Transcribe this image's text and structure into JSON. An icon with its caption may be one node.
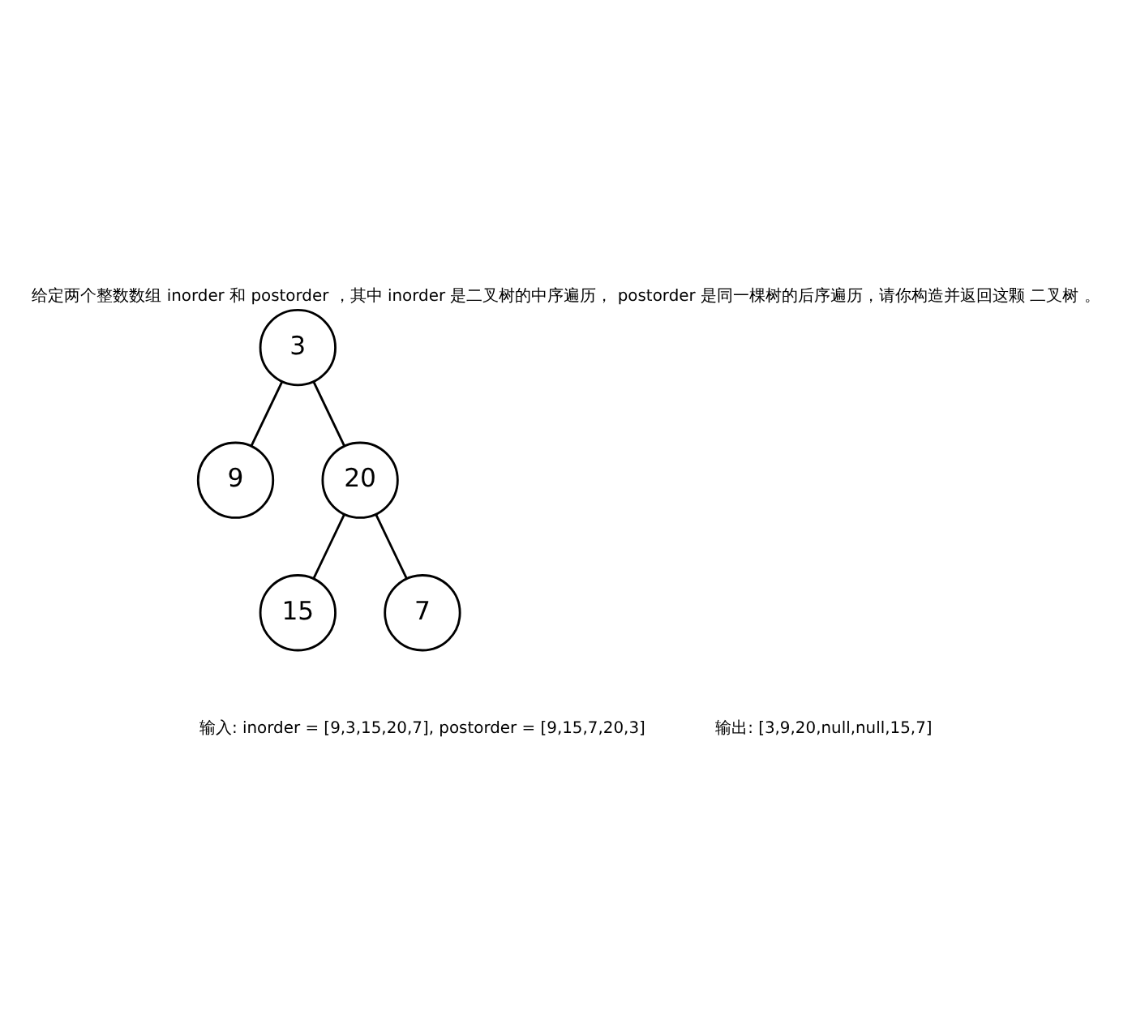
{
  "diagram": {
    "title": "给定两个整数数组 inorder 和 postorder ，其中 inorder 是二叉树的中序遍历， postorder 是同一棵树的后序遍历，请你构造并返回这颗 二叉树 。",
    "nodes": [
      {
        "text": [
          "3"
        ]
      },
      {
        "text": [
          "9"
        ]
      },
      {
        "text": [
          "20"
        ]
      },
      {
        "text": [
          "15"
        ]
      },
      {
        "text": [
          "7"
        ]
      }
    ],
    "edges": [
      {
        "from": 0,
        "to": 1,
        "arrow": "none"
      },
      {
        "from": 0,
        "to": 2,
        "arrow": "none"
      },
      {
        "from": 2,
        "to": 3,
        "arrow": "none"
      },
      {
        "from": 2,
        "to": 4,
        "arrow": "none"
      }
    ],
    "labels": [
      "输入: inorder = [9,3,15,20,7], postorder = [9,15,7,20,3]",
      "输出: [3,9,20,null,null,15,7]"
    ]
  }
}
